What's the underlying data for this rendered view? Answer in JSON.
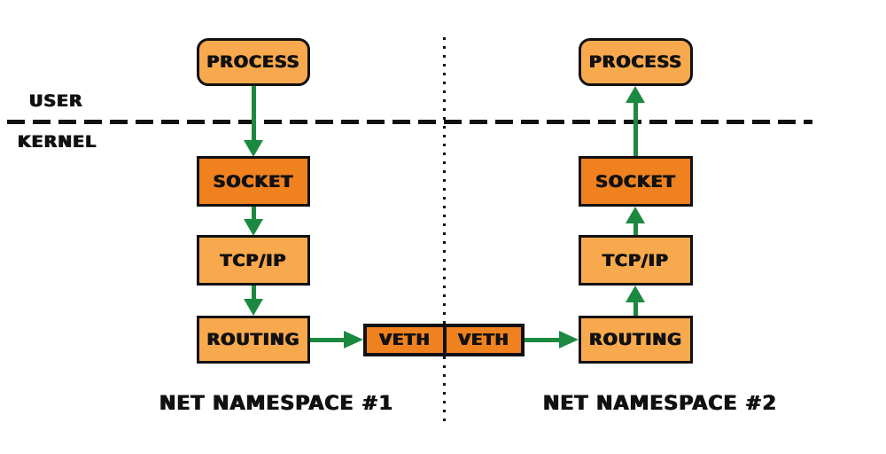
{
  "diagram_title": "linux network namespaces packet path",
  "colors": {
    "box_light": "#F9A94D",
    "box_dark": "#F0811F",
    "arrow_green": "#1B8A40",
    "line_black": "#111111",
    "background": "#FFFFFF"
  },
  "boundary": {
    "user_label": "USER",
    "kernel_label": "KERNEL"
  },
  "ns1": {
    "label": "NET NAMESPACE #1",
    "process": "PROCESS",
    "socket": "SOCKET",
    "tcpip": "TCP/IP",
    "routing": "ROUTING",
    "veth": "VETH"
  },
  "ns2": {
    "label": "NET NAMESPACE #2",
    "process": "PROCESS",
    "socket": "SOCKET",
    "tcpip": "TCP/IP",
    "routing": "ROUTING",
    "veth": "VETH"
  }
}
